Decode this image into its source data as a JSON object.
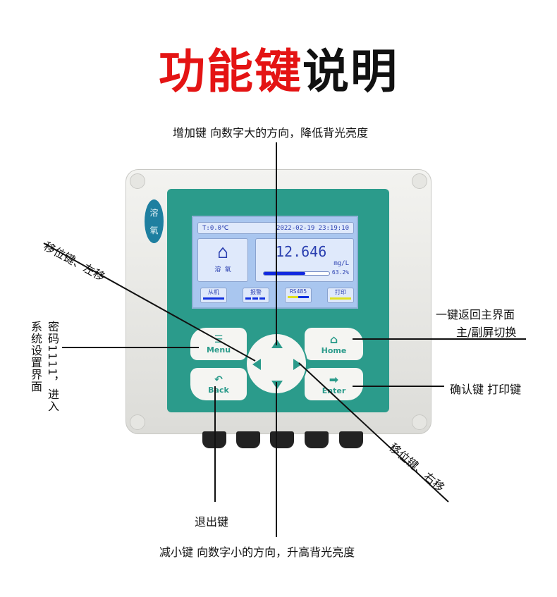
{
  "title": {
    "red": "功能键",
    "black": "说明"
  },
  "annotations": {
    "up": "增加键 向数字大的方向，降低背光亮度",
    "left": "移位键、左移",
    "menu_col1": "密码1111，进入",
    "menu_col2": "系统设置界面",
    "home_line1": "一键返回主界面",
    "home_line2": "主/副屏切换",
    "enter": "确认键 打印键",
    "right": "移位键、右移",
    "back": "退出键",
    "down": "减小键 向数字小的方向，升高背光亮度"
  },
  "device": {
    "badge": [
      "溶",
      "氧"
    ],
    "screen": {
      "temp": "T:0.0℃",
      "datetime": "2022-02-19 23:19:10",
      "home_label": "溶 氧",
      "value": "12.646",
      "unit": "mg/L",
      "percent": "63.2%",
      "progress": 0.632,
      "tabs": [
        "从机",
        "报警",
        "RS485",
        "打印"
      ]
    },
    "buttons": {
      "menu": "Menu",
      "back": "Back",
      "home": "Home",
      "enter": "Enter"
    }
  }
}
